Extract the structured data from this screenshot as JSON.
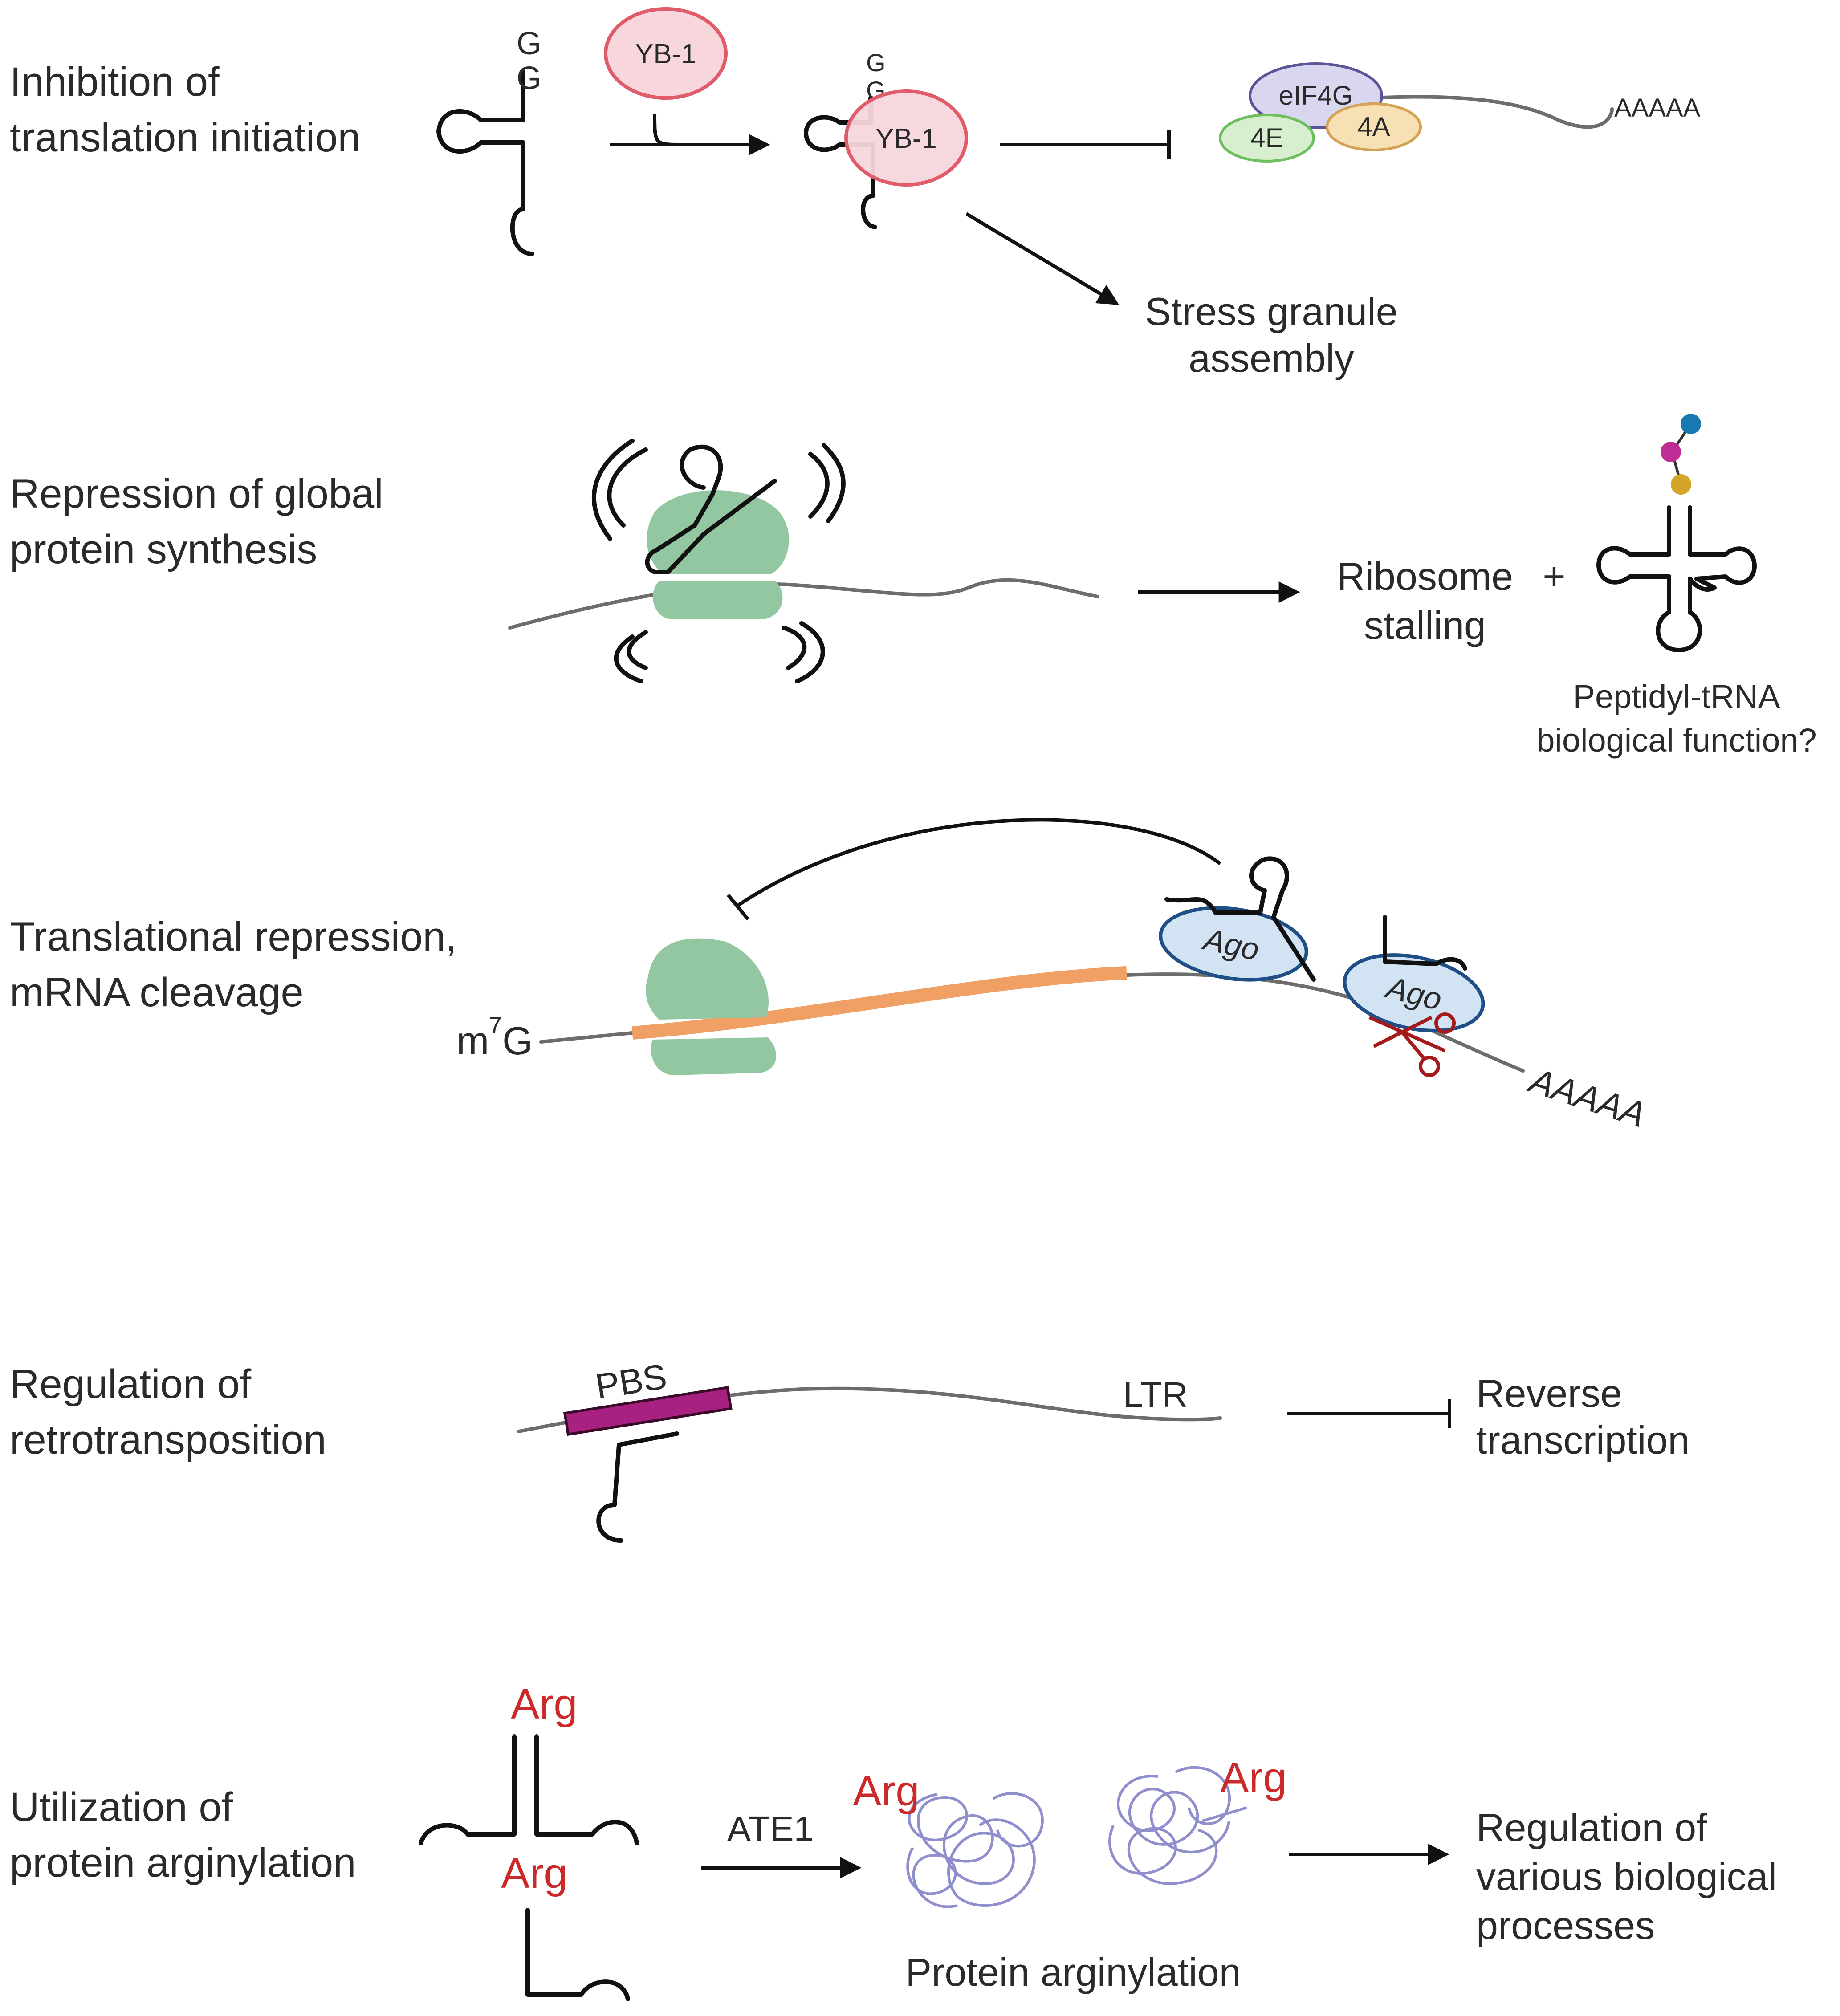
{
  "colors": {
    "ribosome": "#92c7a1",
    "yb1_fill": "#f7d6dc",
    "yb1_stroke": "#e05c6a",
    "eif4g": "#d9d7ef",
    "e4": "#d7efcf",
    "a4": "#f7e0b3",
    "ago_fill": "#d2e3f3",
    "ago_stroke": "#1f4f86",
    "orange_cds": "#f0a064",
    "pbs": "#a82080",
    "arg_red": "#cc2a2a",
    "protein_coil": "#8e8fcc",
    "scissors": "#a31b1b",
    "peptide_blue": "#1878b0",
    "peptide_magenta": "#c02c96",
    "peptide_gold": "#d4a52a"
  },
  "rows": [
    {
      "label_lines": [
        "Inhibition of",
        "translation initiation"
      ]
    },
    {
      "label_lines": [
        "Repression of global",
        "protein synthesis"
      ]
    },
    {
      "label_lines": [
        "Translational repression,",
        "mRNA cleavage"
      ]
    },
    {
      "label_lines": [
        "Regulation of",
        "retrotransposition"
      ]
    },
    {
      "label_lines": [
        "Utilization of",
        "protein arginylation"
      ]
    }
  ],
  "row1": {
    "g_letters": [
      "G",
      "G"
    ],
    "g_letters_small": [
      "G",
      "G"
    ],
    "yb1_free": "YB-1",
    "yb1_bound": "YB-1",
    "eif4g": "eIF4G",
    "e4": "4E",
    "a4": "4A",
    "polya": "AAAAA",
    "outcome_lines": [
      "Stress granule",
      "assembly"
    ]
  },
  "row2": {
    "outcome_lines": [
      "Ribosome",
      "stalling"
    ],
    "plus": "+",
    "trna_caption_lines": [
      "Peptidyl-tRNA",
      "biological function?"
    ]
  },
  "row3": {
    "cap_m": "m",
    "cap_sup": "7",
    "cap_g": "G",
    "ago1": "Ago",
    "ago2": "Ago",
    "polya": "AAAAA"
  },
  "row4": {
    "pbs": "PBS",
    "ltr": "LTR",
    "outcome_lines": [
      "Reverse",
      "transcription"
    ]
  },
  "row5": {
    "arg_top": "Arg",
    "arg_mid": "Arg",
    "enzyme": "ATE1",
    "arg_p1": "Arg",
    "arg_p2": "Arg",
    "caption": "Protein arginylation",
    "outcome_lines": [
      "Regulation of",
      "various biological",
      "processes"
    ]
  }
}
